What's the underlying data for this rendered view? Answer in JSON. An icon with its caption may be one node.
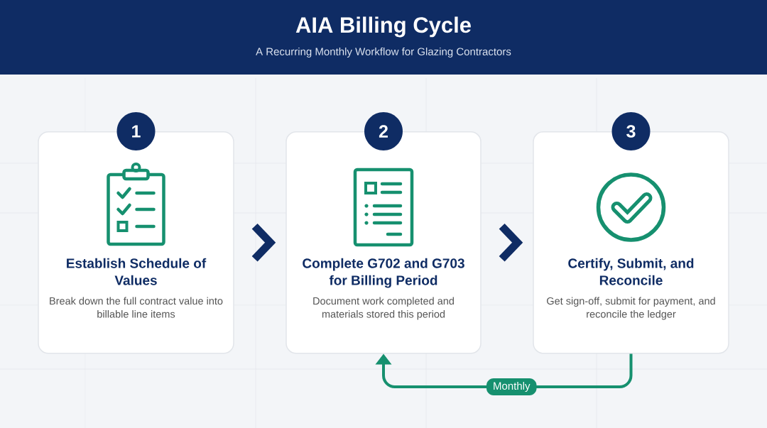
{
  "diagram": {
    "title": "AIA Billing Cycle",
    "nodes": [
      {
        "text": [
          "1"
        ]
      },
      {
        "text": [
          "Establish Schedule of Values",
          "Break down the full contract value into billable line items"
        ]
      },
      {
        "text": [
          "2"
        ]
      },
      {
        "text": [
          "Complete G702 and G703 for Billing Period",
          "Document work completed and materials stored this period"
        ]
      },
      {
        "text": [
          "3"
        ]
      },
      {
        "text": [
          "Certify, Submit, and Reconcile",
          "Get sign-off, submit for payment, and reconcile the ledger"
        ]
      }
    ],
    "edges": [
      {
        "from": 1,
        "to": 3,
        "arrow": "to"
      },
      {
        "from": 3,
        "to": 5,
        "arrow": "to"
      },
      {
        "from": 5,
        "to": 3,
        "arrow": "to",
        "label": "Monthly",
        "color": "#16906f"
      }
    ],
    "labels": [
      "A Recurring Monthly Workflow for Glazing Contractors"
    ]
  }
}
